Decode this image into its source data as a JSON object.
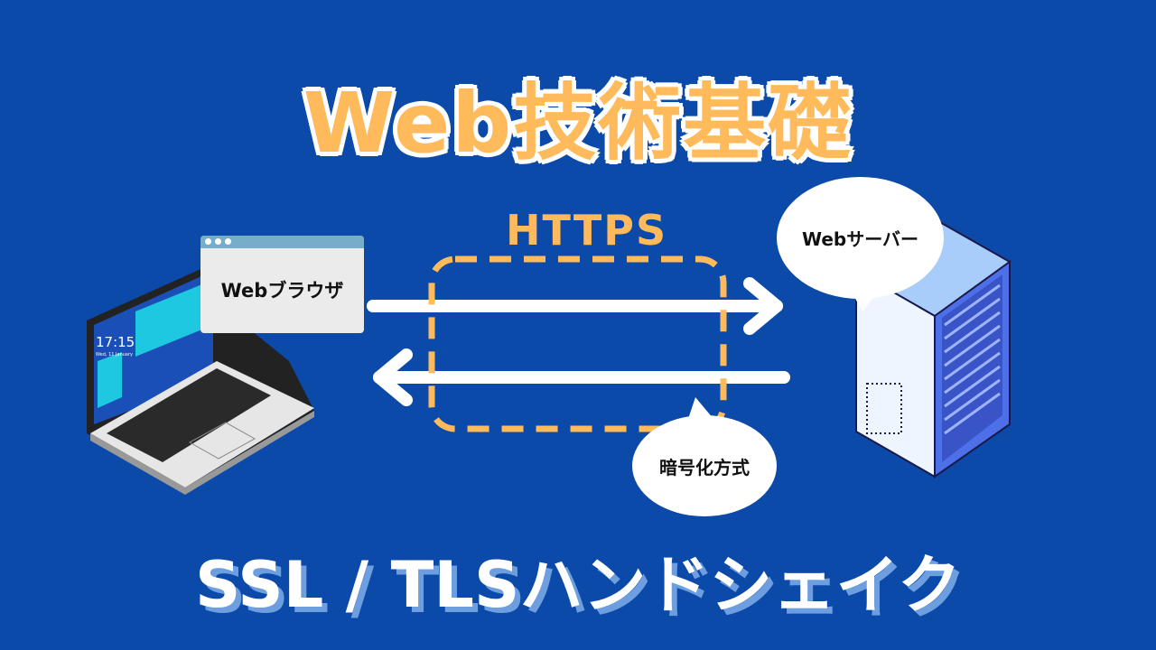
{
  "title": "Web技術基礎",
  "subtitle": "SSL / TLSハンドシェイク",
  "protocol_label": "HTTPS",
  "browser_label": "Webブラウザ",
  "server_label": "Webサーバー",
  "encryption_label": "暗号化方式",
  "laptop_clock": "17:15",
  "laptop_date": "Wed, 11 January",
  "colors": {
    "background": "#0b4aa9",
    "accent": "#ffba5c",
    "shadow": "#6d9ee0"
  }
}
